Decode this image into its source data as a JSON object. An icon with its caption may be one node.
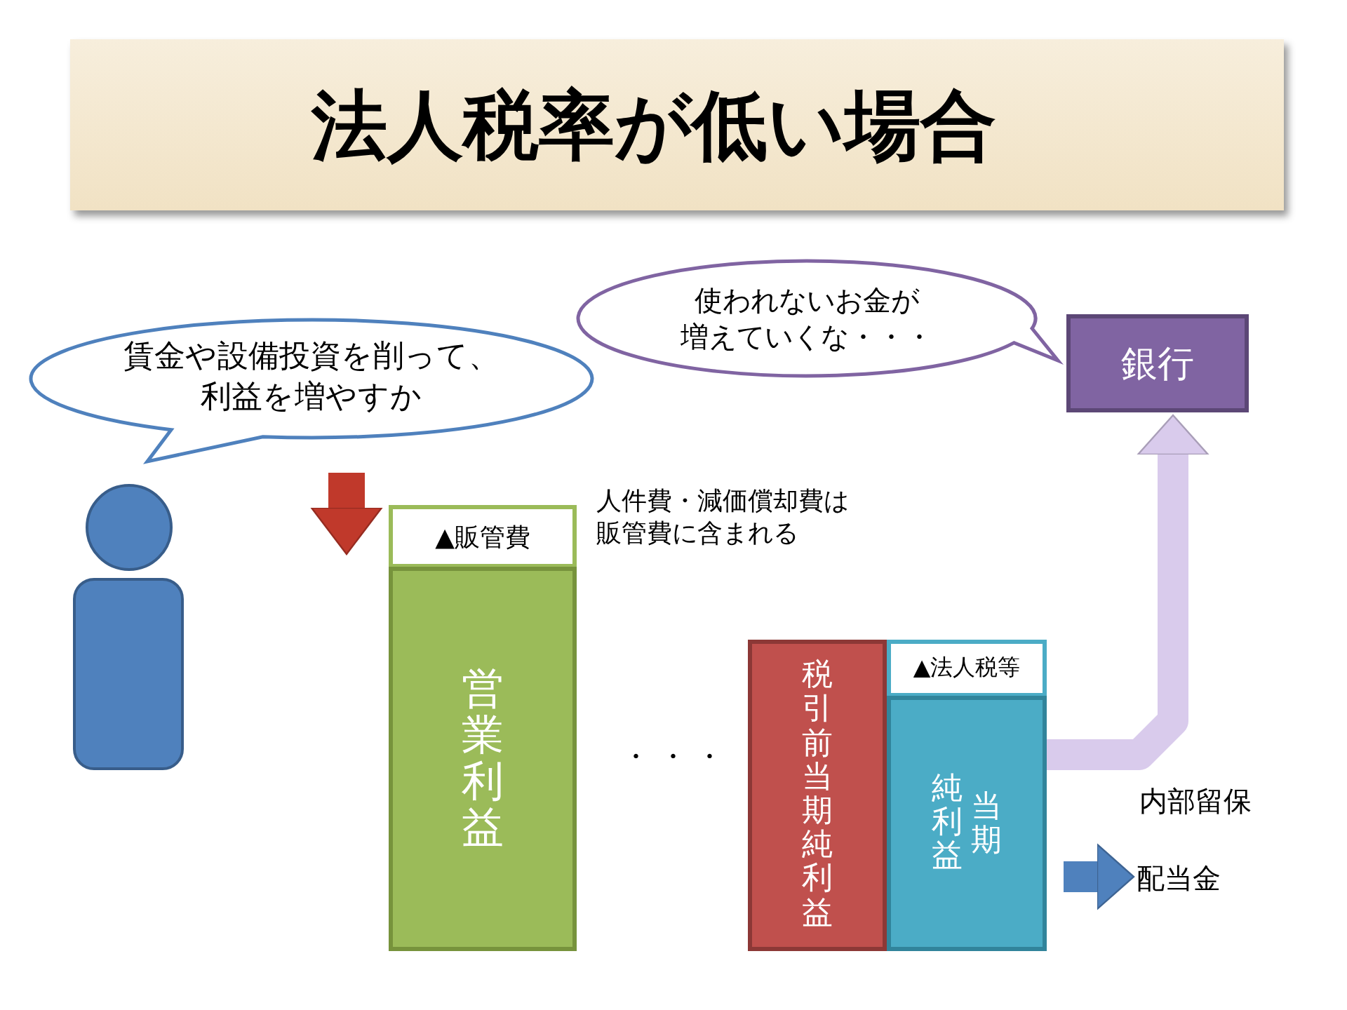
{
  "diagram": {
    "title": "法人税率が低い場合",
    "nodes": [
      {
        "text": [
          "賃金や設備投資を削って、利益を増やすか"
        ]
      },
      {
        "text": [
          "使われないお金が増えていくな・・・"
        ]
      },
      {
        "text": [
          "銀行"
        ]
      },
      {
        "text": [
          "▲販管費"
        ]
      },
      {
        "text": [
          "営業利益"
        ]
      },
      {
        "text": [
          "▲法人税等"
        ]
      },
      {
        "text": [
          "税引前当期純利益"
        ]
      },
      {
        "text": [
          "当期純利益"
        ]
      },
      {
        "text": [
          "配当金"
        ]
      }
    ],
    "edges": [
      {
        "from": null,
        "to": 3,
        "arrow": "to",
        "color": "#c0392b"
      },
      {
        "from": 7,
        "to": 2,
        "arrow": "to",
        "label": "内部留保",
        "color": "#d9cbec"
      },
      {
        "from": 7,
        "to": 8,
        "arrow": "to",
        "color": "#4f81bd"
      }
    ],
    "labels": [
      "人件費・減価償却費は販管費に含まれる",
      "・ ・ ・"
    ]
  }
}
